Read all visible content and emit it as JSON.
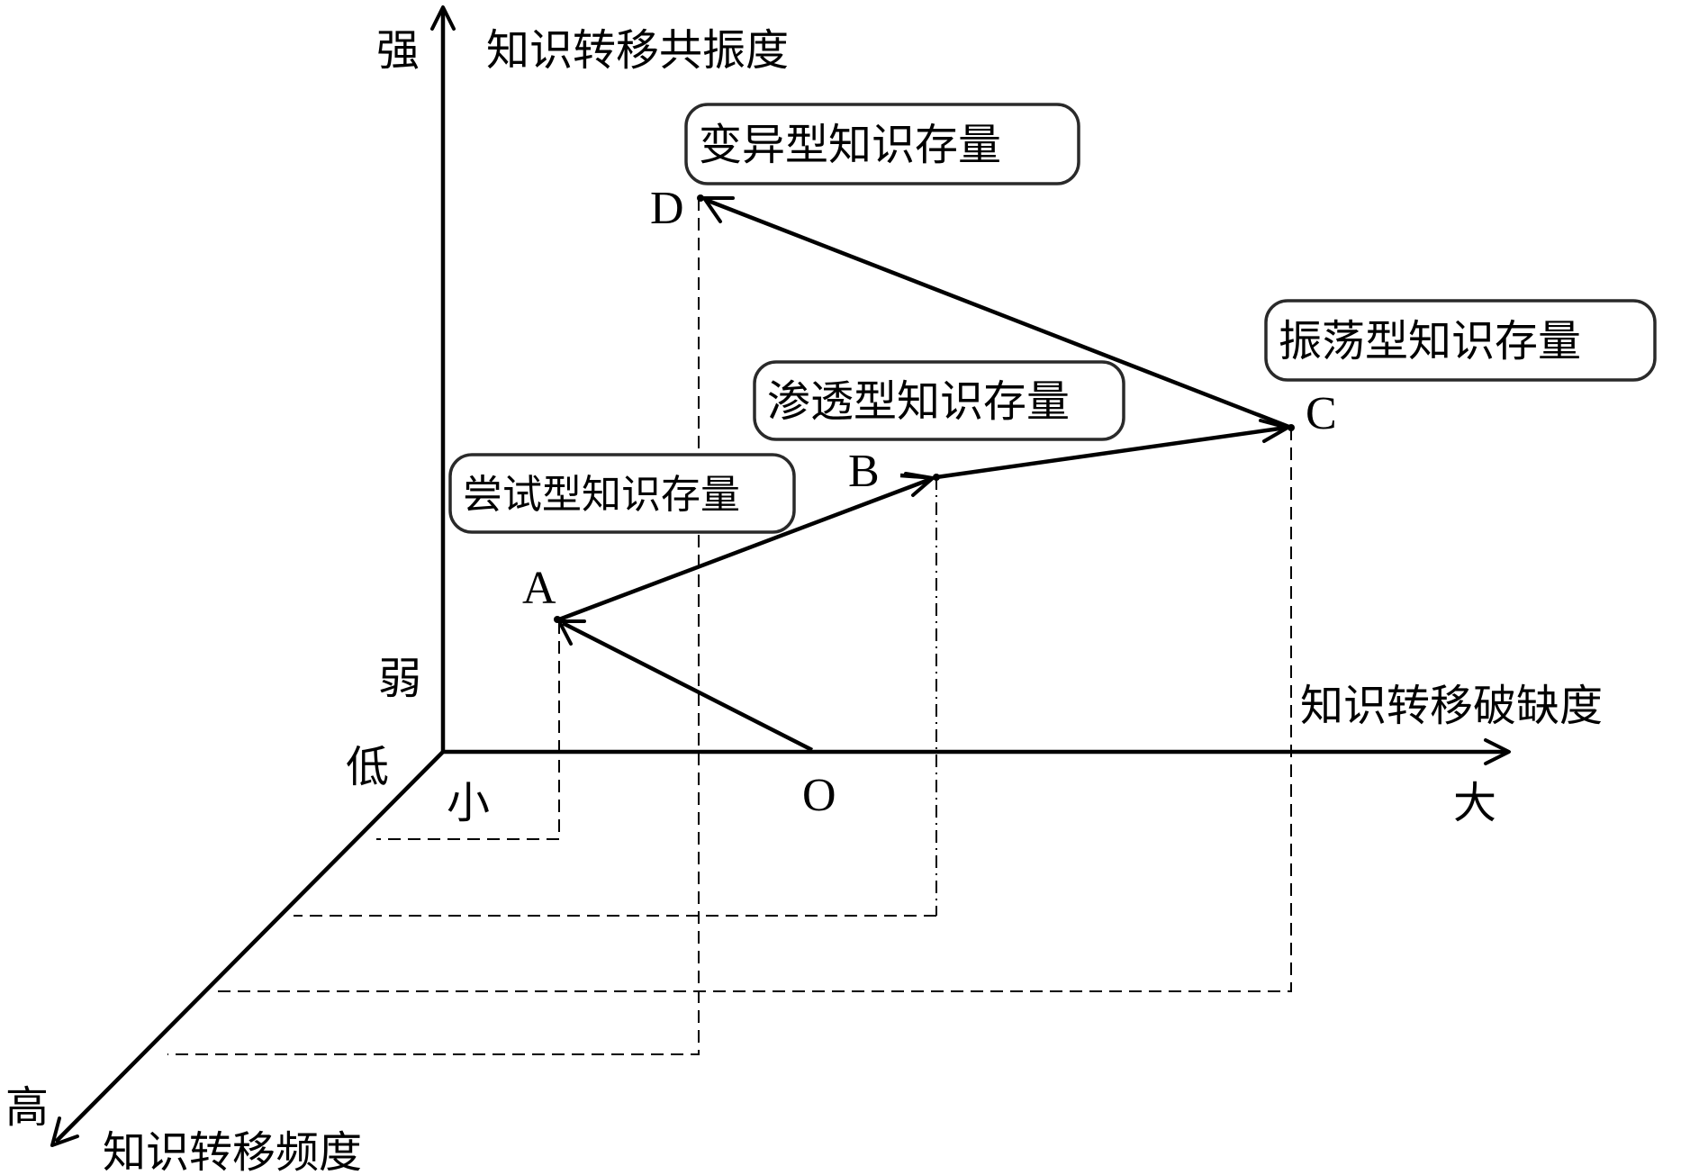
{
  "axes": {
    "vertical": {
      "title": "知识转移共振度",
      "high_end": "强",
      "low_end": "弱"
    },
    "horizontal": {
      "title": "知识转移破缺度",
      "low_end": "小",
      "high_end": "大"
    },
    "depth": {
      "title": "知识转移频度",
      "low_end": "低",
      "high_end": "高"
    }
  },
  "points": {
    "origin": "O",
    "a": "A",
    "b": "B",
    "c": "C",
    "d": "D"
  },
  "boxes": {
    "a": "尝试型知识存量",
    "b": "渗透型知识存量",
    "c": "振荡型知识存量",
    "d": "变异型知识存量"
  },
  "path_order": [
    "O",
    "A",
    "B",
    "C",
    "D"
  ]
}
